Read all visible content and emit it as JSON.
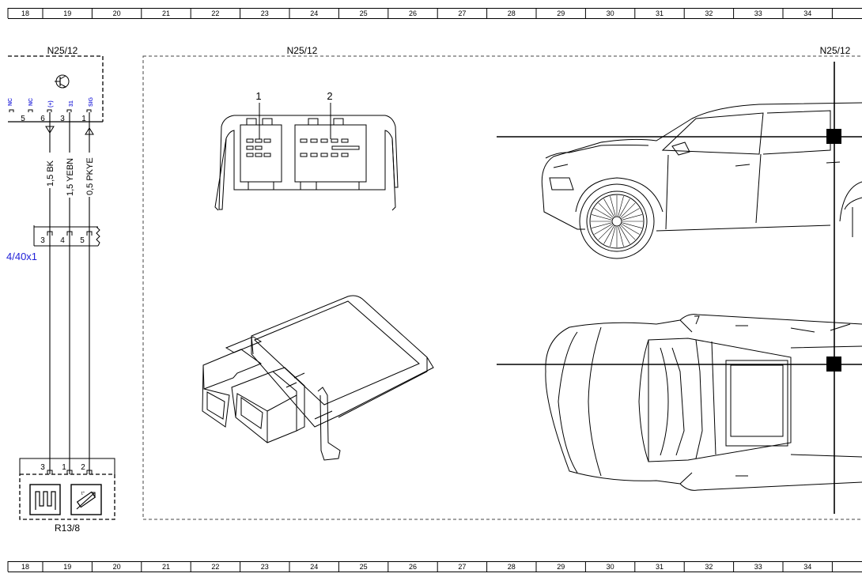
{
  "ruler": {
    "columns": [
      "18",
      "19",
      "20",
      "21",
      "22",
      "23",
      "24",
      "25",
      "26",
      "27",
      "28",
      "29",
      "30",
      "31",
      "32",
      "33",
      "34"
    ]
  },
  "schematic": {
    "control_unit_label": "N25/12",
    "pins": [
      {
        "number": "5",
        "signal": "NC"
      },
      {
        "number": "6",
        "signal": "NC"
      },
      {
        "number": "3",
        "signal": "(+)"
      },
      {
        "number": "1",
        "signal": "31"
      },
      {
        "number": "",
        "signal": "SIG"
      }
    ],
    "pin_numbers_drawn": [
      "5",
      "6",
      "3",
      "1"
    ],
    "wires": [
      {
        "label": "1,5 BK"
      },
      {
        "label": "1,5 YEBN"
      },
      {
        "label": "0,5 PKYE"
      }
    ],
    "connector_pins": [
      "3",
      "4",
      "5"
    ],
    "connector_ref": "4/40x1",
    "sensor_pins": [
      "3",
      "1",
      "2"
    ],
    "sensor_label": "R13/8"
  },
  "component_view": {
    "title": "N25/12",
    "connector_numbers": [
      "1",
      "2"
    ]
  },
  "vehicle_view": {
    "title": "N25/12"
  },
  "colors": {
    "signal_text": "#3a3adf",
    "ref_text": "#1f1fd8",
    "line": "#000000",
    "dash": "#444444"
  }
}
